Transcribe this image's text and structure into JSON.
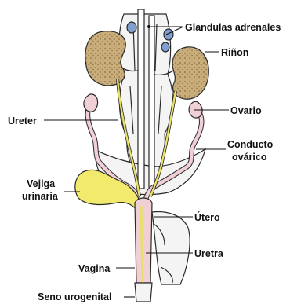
{
  "colors": {
    "kidney": "#c9ad7a",
    "kidney_texture": "#8a6e44",
    "adrenal": "#7f9fcf",
    "oviduct": "#f0cfd6",
    "bladder": "#f2ea6c",
    "ureter": "#e8e06a",
    "tissue": "#f4f4f4",
    "outline": "#2a2a2a"
  },
  "labels": {
    "adrenal_glands": "Glandulas adrenales",
    "kidney": "Riñon",
    "ureter": "Ureter",
    "ovary": "Ovario",
    "oviduct": "Conducto ovárico",
    "bladder": "Vejiga urinaria",
    "uterus": "Útero",
    "urethra": "Uretra",
    "vagina": "Vagina",
    "urogenital_sinus": "Seno urogenital"
  }
}
